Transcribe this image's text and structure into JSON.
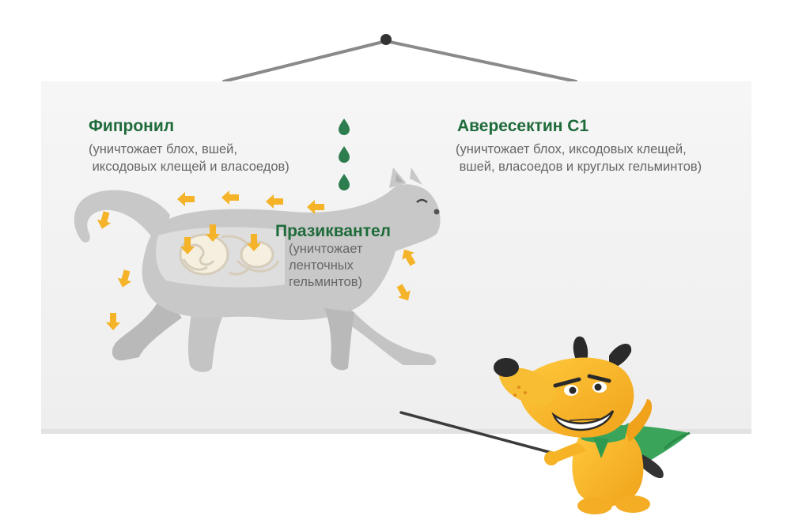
{
  "poster": {
    "drugs": [
      {
        "name": "Фипронил",
        "desc_lines": [
          "(уничтожает блох, вшей,",
          " иксодовых клещей и власоедов)"
        ]
      },
      {
        "name": "Авересектин С1",
        "desc_lines": [
          "(уничтожает блох, иксодовых клещей,",
          " вшей, власоедов и круглых гельминтов)"
        ]
      },
      {
        "name": "Празиквантел",
        "desc_lines": [
          "(уничтожает",
          "ленточных",
          "гельминтов)"
        ]
      }
    ]
  },
  "colors": {
    "drug_name": "#1e6b3a",
    "description": "#666666",
    "arrows": "#f4b328",
    "drops": "#2e7d4f",
    "cat_body": "#c8c8c8",
    "mascot": "#f5b325",
    "cape": "#3aa55a"
  },
  "icons": [
    "drop-icon",
    "arrow-icon",
    "cat-illustration",
    "dog-mascot",
    "pointer-stick"
  ]
}
